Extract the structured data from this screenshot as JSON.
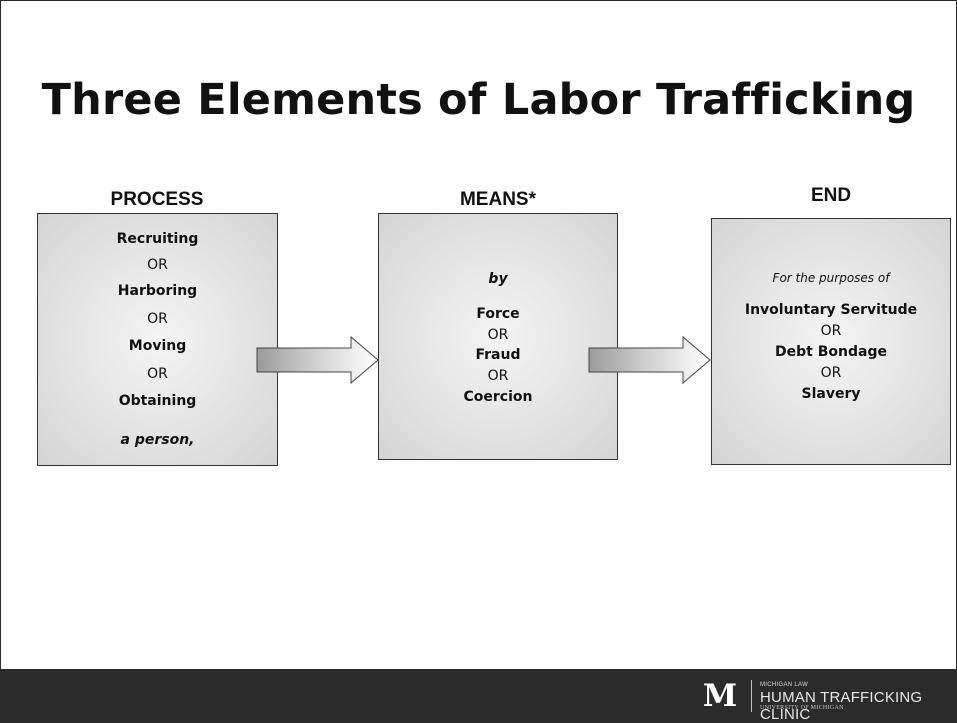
{
  "title": "Three Elements of Labor Trafficking",
  "process": {
    "heading": "PROCESS",
    "lines": [
      "Recruiting",
      "OR",
      "Harboring",
      "OR",
      "Moving",
      "OR",
      "Obtaining",
      "a person,"
    ]
  },
  "means": {
    "heading": "MEANS*",
    "lines": [
      "by",
      "Force",
      "OR",
      "Fraud",
      "OR",
      "Coercion"
    ]
  },
  "end": {
    "heading": "END",
    "lines": [
      "For the purposes of",
      "Involuntary Servitude",
      "OR",
      "Debt Bondage",
      "OR",
      "Slavery"
    ]
  },
  "footer": {
    "logo_letter": "M",
    "small_text": "MICHIGAN LAW",
    "main_text": "HUMAN TRAFFICKING CLINIC",
    "sub_text": "UNIVERSITY OF MICHIGAN",
    "background": "#2b2b2b"
  }
}
